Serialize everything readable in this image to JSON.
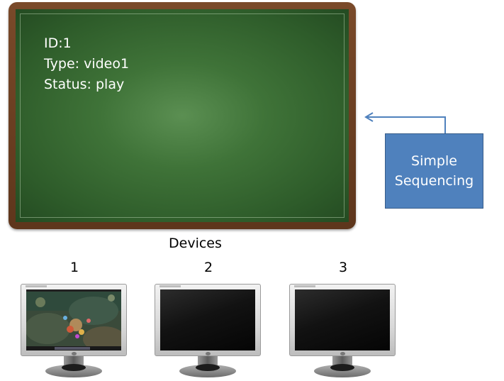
{
  "board": {
    "lines": [
      "ID:1",
      "Type: video1",
      "Status: play"
    ]
  },
  "sequencer": {
    "line1": "Simple",
    "line2": "Sequencing"
  },
  "devices": {
    "title": "Devices",
    "items": [
      {
        "label": "1",
        "screen": "game-video"
      },
      {
        "label": "2",
        "screen": "blank"
      },
      {
        "label": "3",
        "screen": "blank"
      }
    ]
  },
  "colors": {
    "board_frame": "#6b3f22",
    "board_surface": "#3f7338",
    "sequencer_fill": "#4f81bd",
    "sequencer_border": "#385d8a",
    "arrow": "#4f81bd"
  }
}
